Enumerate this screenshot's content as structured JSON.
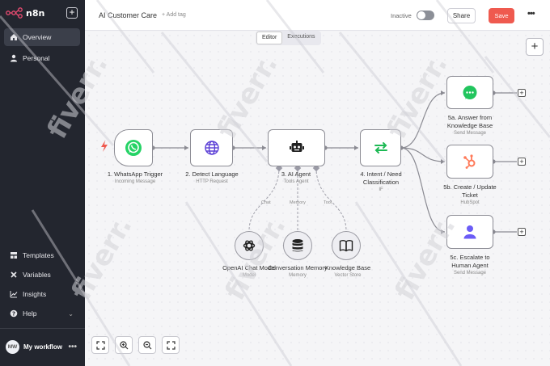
{
  "app": {
    "logo_text": "n8n"
  },
  "sidebar": {
    "items": [
      {
        "label": "Overview",
        "icon": "home-icon",
        "active": true
      },
      {
        "label": "Personal",
        "icon": "user-icon",
        "active": false
      }
    ],
    "bottom_items": [
      {
        "label": "Templates",
        "icon": "templates-icon"
      },
      {
        "label": "Variables",
        "icon": "variables-icon"
      },
      {
        "label": "Insights",
        "icon": "insights-icon"
      },
      {
        "label": "Help",
        "icon": "help-icon",
        "has_chevron": true
      }
    ],
    "user": {
      "initials": "MW",
      "name": "My workflow"
    }
  },
  "header": {
    "workflow_title": "AI Customer Care",
    "add_tag": "+ Add tag",
    "active_label": "Inactive",
    "share_label": "Share",
    "save_label": "Save"
  },
  "tabs": [
    {
      "label": "Editor",
      "active": true
    },
    {
      "label": "Executions",
      "active": false
    }
  ],
  "nodes": {
    "n1": {
      "title": "1. WhatsApp Trigger",
      "subtitle": "Incoming Message"
    },
    "n2": {
      "title": "2. Detect Language",
      "subtitle": "HTTP Request"
    },
    "n3": {
      "title": "3. AI Agent",
      "subtitle": "Tools Agent"
    },
    "n4": {
      "title_line1": "4. Intent / Need",
      "title_line2": "Classification",
      "subtitle": "IF"
    },
    "n5a": {
      "title_line1": "5a. Answer from",
      "title_line2": "Knowledge Base",
      "subtitle": "Send Message"
    },
    "n5b": {
      "title_line1": "5b. Create / Update",
      "title_line2": "Ticket",
      "subtitle": "HubSpot"
    },
    "n5c": {
      "title_line1": "5c. Escalate to",
      "title_line2": "Human Agent",
      "subtitle": "Send Message"
    },
    "s1": {
      "title": "OpenAI Chat Model",
      "subtitle": "Model"
    },
    "s2": {
      "title": "Conversation Memory",
      "subtitle": "Memory"
    },
    "s3": {
      "title": "Knowledge Base",
      "subtitle": "Vector Store"
    }
  },
  "connections": {
    "chat": "Chat",
    "memory": "Memory",
    "tool": "Tool"
  },
  "colors": {
    "whatsapp": "#25d366",
    "hubspot": "#ff7a59",
    "save": "#ef5a4f",
    "sidebar": "#23262f",
    "classify": "#1db954",
    "human": "#6b5cf6"
  },
  "watermark": "fiverr."
}
